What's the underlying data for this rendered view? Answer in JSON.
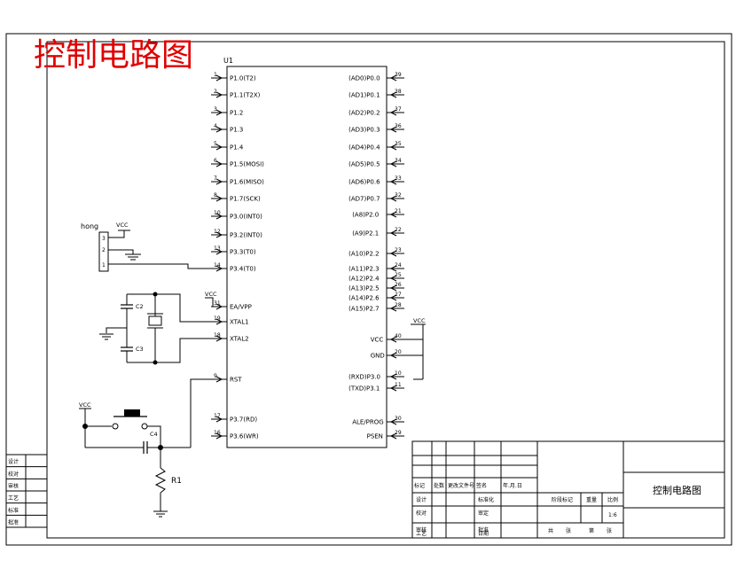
{
  "title": "控制电路图",
  "chip": {
    "ref": "U1",
    "left_pins": [
      {
        "num": "1",
        "label": "P1.0(T2)"
      },
      {
        "num": "2",
        "label": "P1.1(T2X)"
      },
      {
        "num": "3",
        "label": "P1.2"
      },
      {
        "num": "4",
        "label": "P1.3"
      },
      {
        "num": "5",
        "label": "P1.4"
      },
      {
        "num": "6",
        "label": "P1.5(MOSI)"
      },
      {
        "num": "7",
        "label": "P1.6(MISO)"
      },
      {
        "num": "8",
        "label": "P1.7(SCK)"
      },
      {
        "num": "10",
        "label": "P3.0(INT0)"
      },
      {
        "num": "12",
        "label": "P3.2(INT0)"
      },
      {
        "num": "13",
        "label": "P3.3(T0)"
      },
      {
        "num": "14",
        "label": "P3.4(T0)"
      },
      {
        "num": "31",
        "label": "EA/VPP"
      },
      {
        "num": "19",
        "label": "XTAL1"
      },
      {
        "num": "18",
        "label": "XTAL2"
      },
      {
        "num": "9",
        "label": "RST"
      },
      {
        "num": "17",
        "label": "P3.7(RD)"
      },
      {
        "num": "16",
        "label": "P3.6(WR)"
      }
    ],
    "right_pins": [
      {
        "num": "39",
        "label": "(AD0)P0.0"
      },
      {
        "num": "38",
        "label": "(AD1)P0.1"
      },
      {
        "num": "37",
        "label": "(AD2)P0.2"
      },
      {
        "num": "36",
        "label": "(AD3)P0.3"
      },
      {
        "num": "35",
        "label": "(AD4)P0.4"
      },
      {
        "num": "34",
        "label": "(AD5)P0.5"
      },
      {
        "num": "33",
        "label": "(AD6)P0.6"
      },
      {
        "num": "32",
        "label": "(AD7)P0.7"
      },
      {
        "num": "21",
        "label": "(A8)P2.0"
      },
      {
        "num": "22",
        "label": "(A9)P2.1"
      },
      {
        "num": "23",
        "label": "(A10)P2.2"
      },
      {
        "num": "24",
        "label": "(A11)P2.3"
      },
      {
        "num": "25",
        "label": "(A12)P2.4"
      },
      {
        "num": "26",
        "label": "(A13)P2.5"
      },
      {
        "num": "27",
        "label": "(A14)P2.6"
      },
      {
        "num": "28",
        "label": "(A15)P2.7"
      },
      {
        "num": "40",
        "label": "VCC"
      },
      {
        "num": "20",
        "label": "GND"
      },
      {
        "num": "10",
        "label": "(RXD)P3.0"
      },
      {
        "num": "11",
        "label": "(TXD)P3.1"
      },
      {
        "num": "30",
        "label": "ALE/PROG"
      },
      {
        "num": "29",
        "label": "PSEN"
      }
    ]
  },
  "connector": {
    "name": "hong",
    "vcc": "VCC",
    "pins": [
      "3",
      "2",
      "1"
    ]
  },
  "labels": {
    "vcc_ea": "VCC",
    "vcc_reset": "VCC",
    "vcc_right": "VCC",
    "c2": "C2",
    "c3": "C3",
    "c4": "C4",
    "r1": "R1"
  },
  "title_block": {
    "left_rows": [
      "设计",
      "校对",
      "审核",
      "工艺",
      "标准",
      "批准"
    ],
    "mid_headers": [
      "标记",
      "处数",
      "更改文件号",
      "签名",
      "年.月.日"
    ],
    "mid_rows": [
      [
        "设计",
        "",
        "标准化"
      ],
      [
        "校对",
        "",
        "审定"
      ],
      [
        "审核",
        "",
        "批准"
      ],
      [
        "工艺",
        "",
        "日期"
      ]
    ],
    "stage_headers": [
      "阶段标记",
      "重量",
      "比例"
    ],
    "scale": "1:6",
    "sheet_info": [
      "共",
      "张",
      "第",
      "张"
    ],
    "drawing_title": "控制电路图"
  }
}
